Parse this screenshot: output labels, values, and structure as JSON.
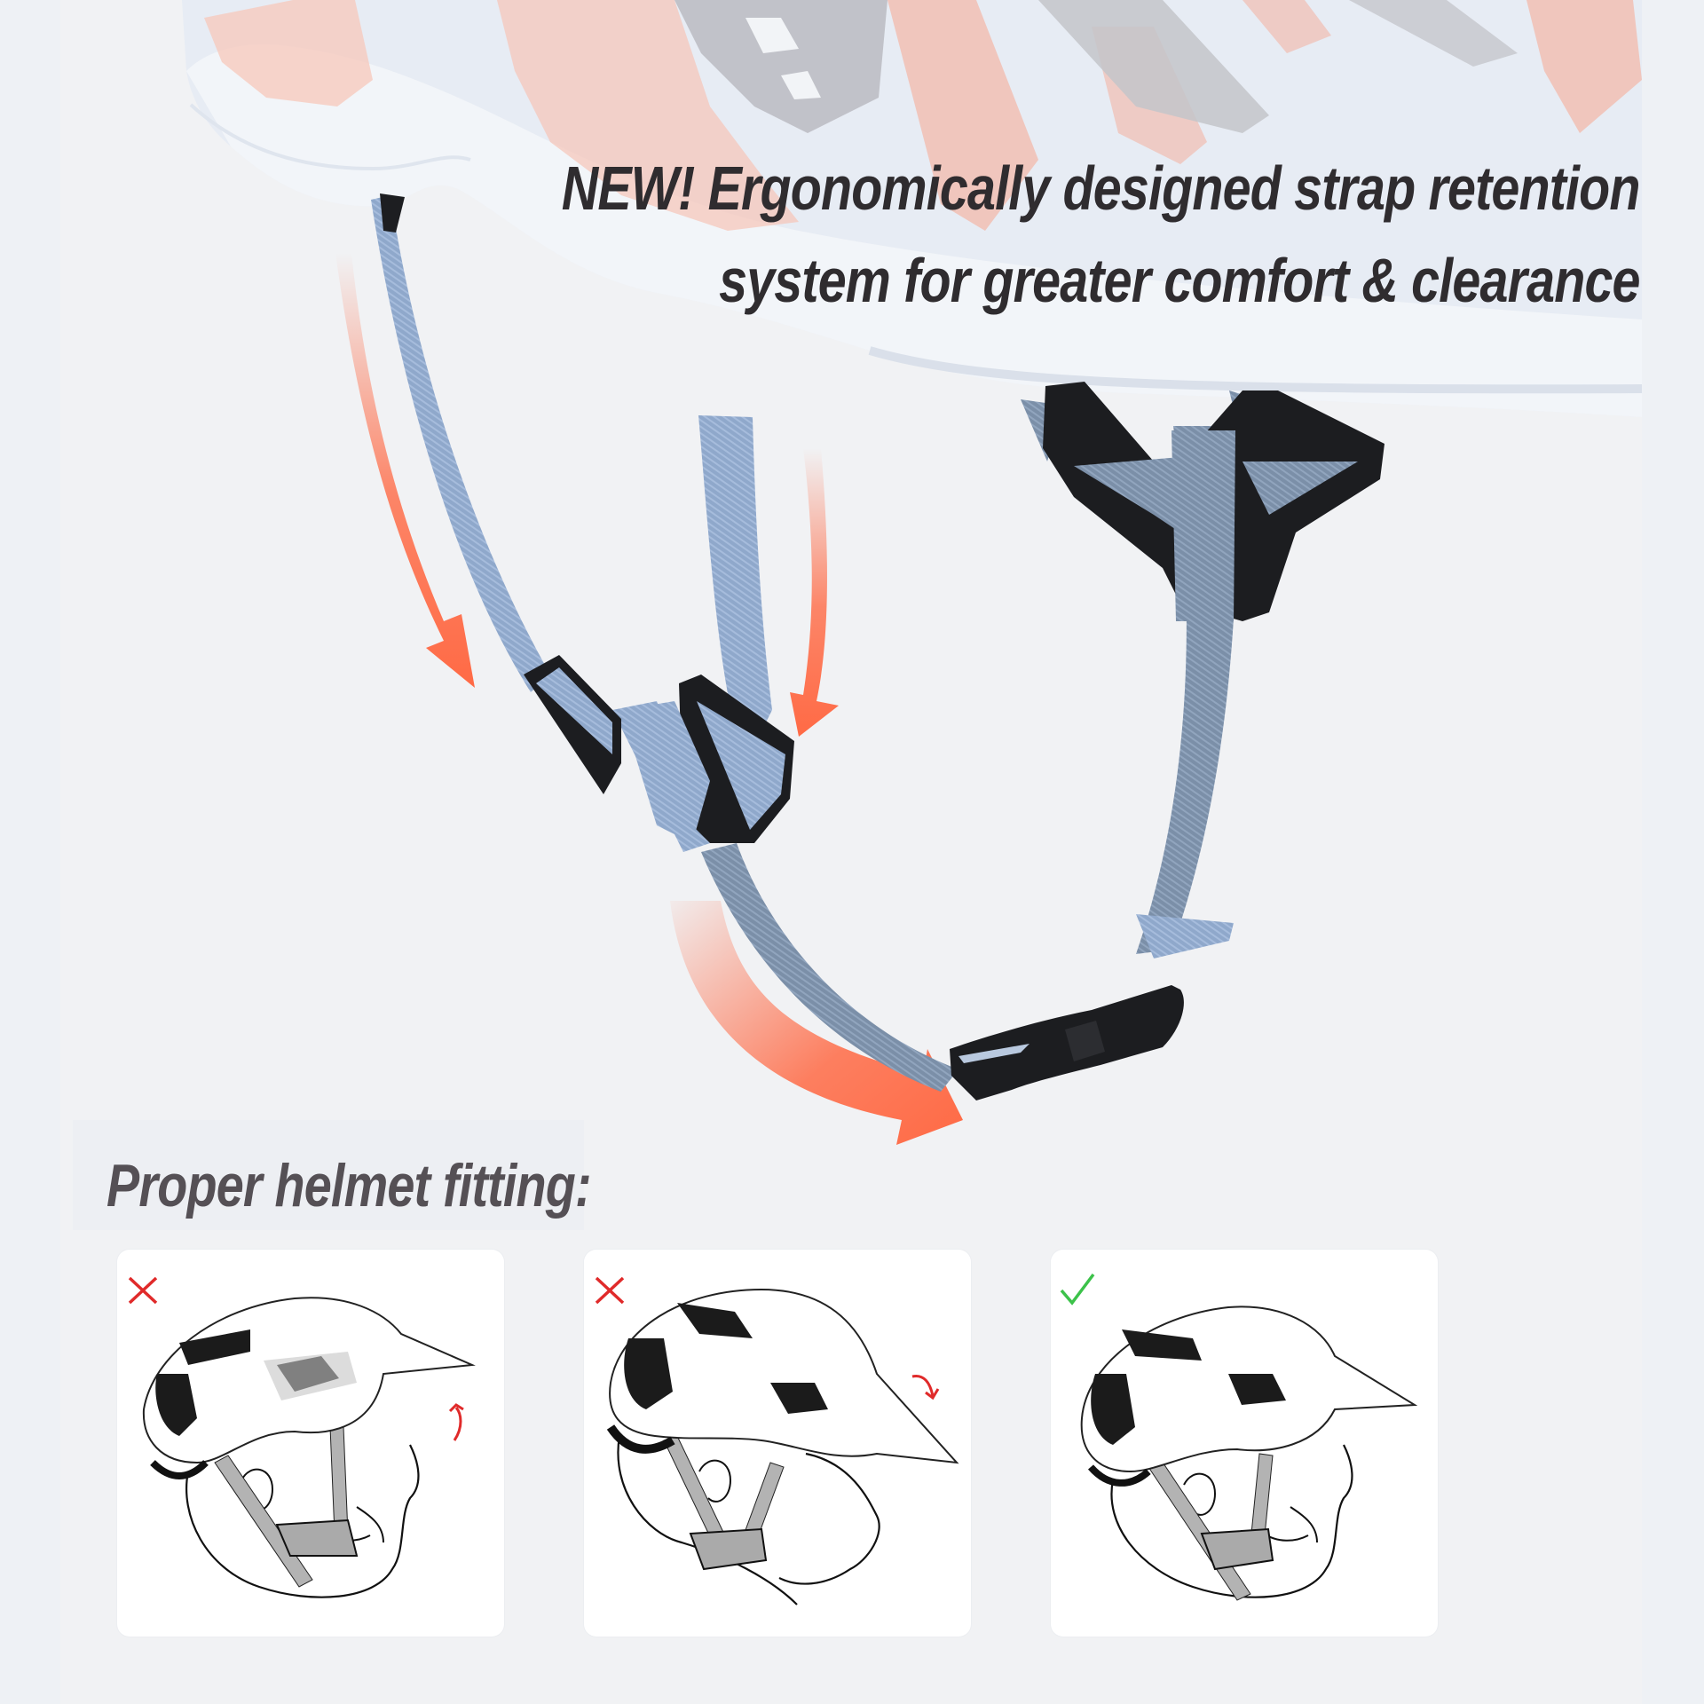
{
  "headline": {
    "line1": "NEW! Ergonomically designed strap retention",
    "line2": "system for greater comfort  & clearance"
  },
  "section": {
    "title": "Proper helmet fitting:"
  },
  "colors": {
    "text_dark": "#2f2c2f",
    "text_gray": "#555055",
    "strap_blue": "#8ea6c8",
    "buckle_black": "#1c1d20",
    "arrow_orange": "#ff6a45",
    "wrong_red": "#e02a2a",
    "right_green": "#3cc24a",
    "background": "#f1f2f4"
  },
  "hero": {
    "icons": [
      "helmet-shell",
      "chin-strap",
      "strap-slider-buckle",
      "y-strap-divider",
      "side-release-buckle",
      "down-arrow-left",
      "down-arrow-middle",
      "curved-arrow-bottom"
    ]
  },
  "fitting_examples": [
    {
      "status": "incorrect",
      "status_icon": "cross-icon",
      "hint": "tilted-back",
      "hint_icon": "arrow-up-curve-icon"
    },
    {
      "status": "incorrect",
      "status_icon": "cross-icon",
      "hint": "tilted-forward",
      "hint_icon": "arrow-down-curve-icon"
    },
    {
      "status": "correct",
      "status_icon": "check-icon",
      "hint": "level",
      "hint_icon": ""
    }
  ]
}
